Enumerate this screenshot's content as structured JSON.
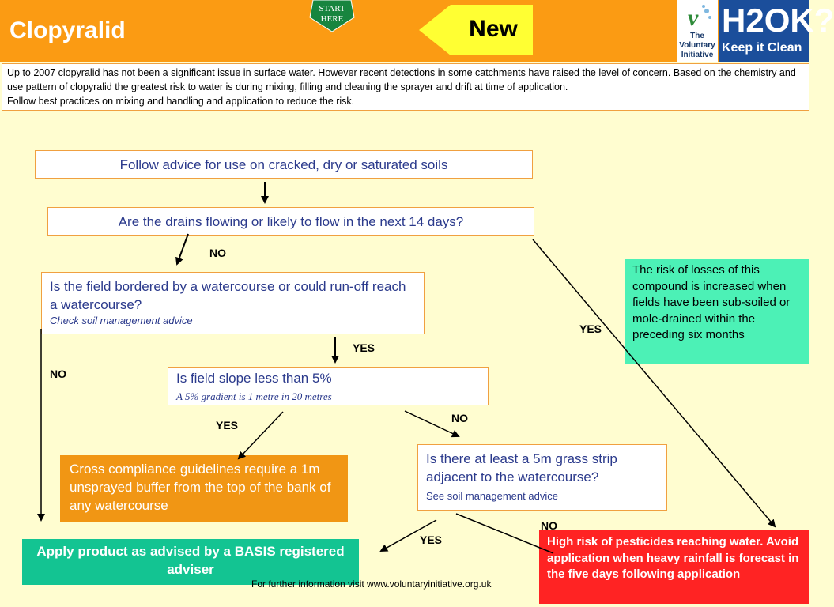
{
  "header": {
    "title": "Clopyralid",
    "start_here": "START HERE",
    "new_label": "New",
    "vi_logo_text": "The Voluntary Initiative",
    "h2ok_main": "H2OK?",
    "h2ok_tagline": "Keep it Clean",
    "header_color": "#fb9b13",
    "new_color": "#ffff33"
  },
  "intro": {
    "line1": "Up to 2007 clopyralid has not been a significant issue in surface water. However recent detections in some catchments have raised the level of concern. Based on the chemistry and use pattern of clopyralid the greatest risk to water is during mixing, filling and cleaning the sprayer and drift at time of application.",
    "line2": "Follow best practices on mixing and handling and application to reduce the risk."
  },
  "flow": {
    "step1": "Follow advice for use on cracked, dry or saturated soils",
    "step2": "Are the drains flowing or likely to flow in the next 14 days?",
    "step3": "Is the field bordered by a watercourse or could run-off reach a watercourse?",
    "step3_sub": "Check soil management advice",
    "step4": "Is field slope less than 5%",
    "step4_sub": "A 5% gradient is 1 metre in 20 metres",
    "step5": "Is there at least a 5m grass strip adjacent to the watercourse?",
    "step5_sub": "See soil management advice",
    "cross_compliance": "Cross compliance guidelines require a 1m unsprayed buffer from the top of the bank of any watercourse",
    "apply": "Apply product  as advised by a BASIS registered adviser",
    "high_risk": "High risk of pesticides reaching water. Avoid application when heavy rainfall is forecast in the five days following application",
    "risk_note": "The risk of losses of this compound is increased when fields have been sub-soiled or mole-drained within the preceding six months"
  },
  "labels": {
    "no_drains": "NO",
    "yes_drains": "YES",
    "yes_watercourse": "YES",
    "no_watercourse": "NO",
    "yes_slope": "YES",
    "no_slope": "NO",
    "yes_strip": "YES",
    "no_strip": "NO"
  },
  "footer": "For further information visit www.voluntaryinitiative.org.uk"
}
